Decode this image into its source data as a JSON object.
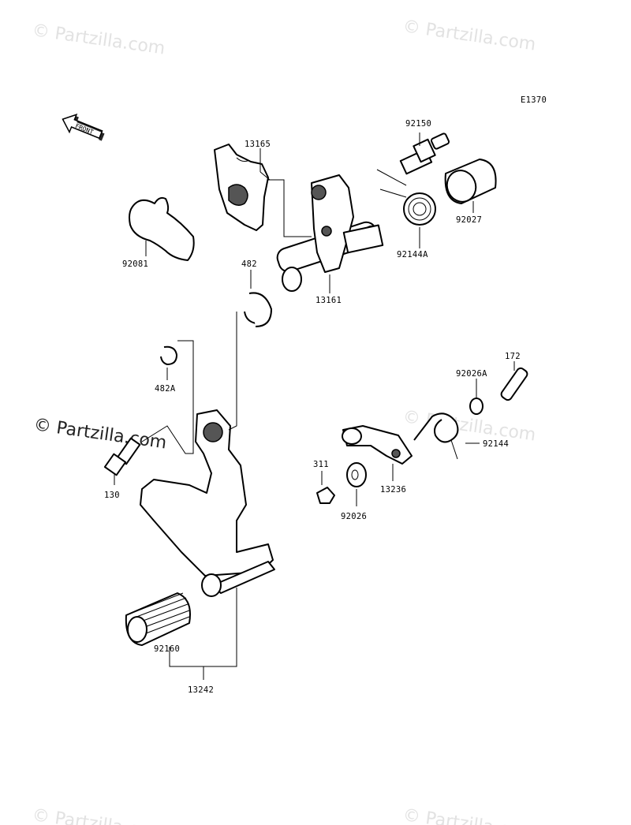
{
  "diagram": {
    "code": "E1370",
    "front_label": "FRONT",
    "watermark": "© Partzilla.com",
    "parts": [
      {
        "id": "13165"
      },
      {
        "id": "92150"
      },
      {
        "id": "92027"
      },
      {
        "id": "92144A"
      },
      {
        "id": "13161"
      },
      {
        "id": "92081"
      },
      {
        "id": "482"
      },
      {
        "id": "482A"
      },
      {
        "id": "130"
      },
      {
        "id": "172"
      },
      {
        "id": "92026A"
      },
      {
        "id": "92144"
      },
      {
        "id": "311"
      },
      {
        "id": "13236"
      },
      {
        "id": "92026"
      },
      {
        "id": "92160"
      },
      {
        "id": "13242"
      }
    ]
  }
}
